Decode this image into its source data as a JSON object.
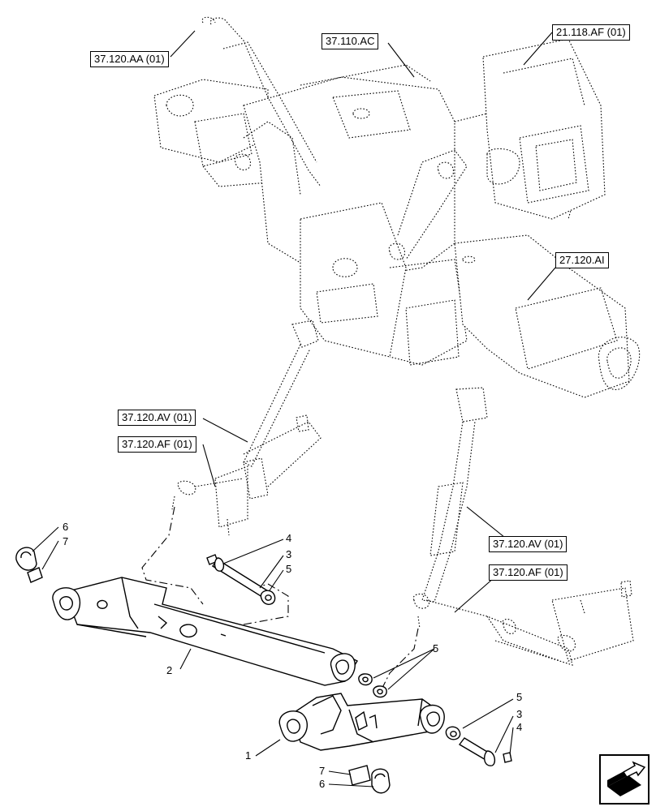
{
  "references": {
    "ref_37_120_aa": "37.120.AA (01)",
    "ref_37_110_ac": "37.110.AC",
    "ref_21_118_af": "21.118.AF (01)",
    "ref_27_120_ai": "27.120.AI",
    "ref_37_120_av_left": "37.120.AV (01)",
    "ref_37_120_af_left": "37.120.AF (01)",
    "ref_37_120_av_right": "37.120.AV (01)",
    "ref_37_120_af_right": "37.120.AF (01)"
  },
  "callouts": {
    "c6_top": "6",
    "c7_top": "7",
    "c4_top": "4",
    "c3_top": "3",
    "c5_top": "5",
    "c2": "2",
    "c5_mid": "5",
    "c5_right": "5",
    "c3_right": "3",
    "c4_right": "4",
    "c1": "1",
    "c7_bottom": "7",
    "c6_bottom": "6"
  },
  "icons": {
    "nav": "next-page-arrow-icon"
  }
}
